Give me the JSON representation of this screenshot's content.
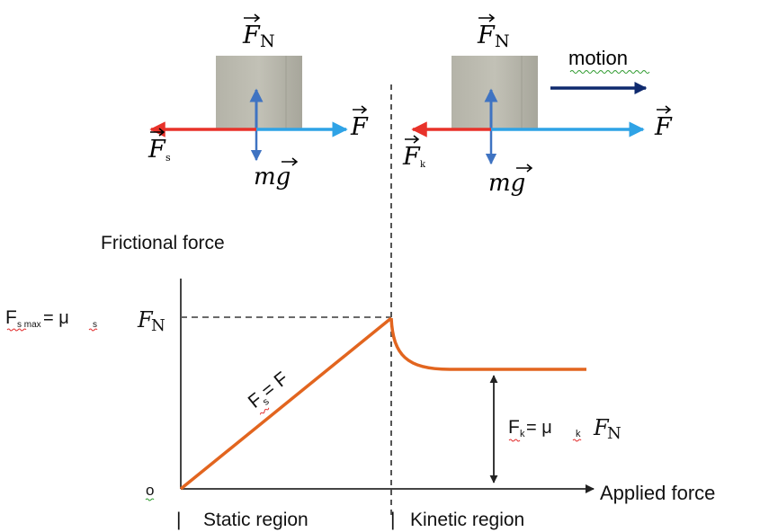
{
  "colors": {
    "block": "#b9b8ad",
    "block_dark": "#a9a89d",
    "friction_arrow": "#e8322a",
    "applied_arrow": "#2fa3e6",
    "normal_arrow": "#3f73c2",
    "motion_arrow": "#0f2a6e",
    "curve": "#e2651f",
    "axes": "#444444",
    "squiggle": "#e22f2f"
  },
  "static_box": {
    "normal_label": "F",
    "normal_sub": "N",
    "friction_label": "F",
    "friction_sub": "s",
    "applied_label": "F",
    "weight_label": "mg"
  },
  "kinetic_box": {
    "normal_label": "F",
    "normal_sub": "N",
    "friction_label": "F",
    "friction_sub": "k",
    "applied_label": "F",
    "weight_label": "mg",
    "motion_label": "motion"
  },
  "graph": {
    "ylabel": "Frictional force",
    "xlabel": "Applied force",
    "origin": "o",
    "fsmax": {
      "lhs_main": "F",
      "lhs_sub": "s max",
      "mid": " = μ",
      "mu_sub": "s",
      "rhs_main": "F",
      "rhs_sub": "N"
    },
    "static_line": {
      "main": "F",
      "sub": "s",
      "rest": " = F"
    },
    "kinetic": {
      "lhs_main": "F",
      "lhs_sub": "k",
      "mid": " = μ",
      "mu_sub": "k",
      "rhs_main": "F",
      "rhs_sub": "N"
    },
    "region_static": "Static region",
    "region_kinetic": "Kinetic region",
    "divider": "|"
  }
}
